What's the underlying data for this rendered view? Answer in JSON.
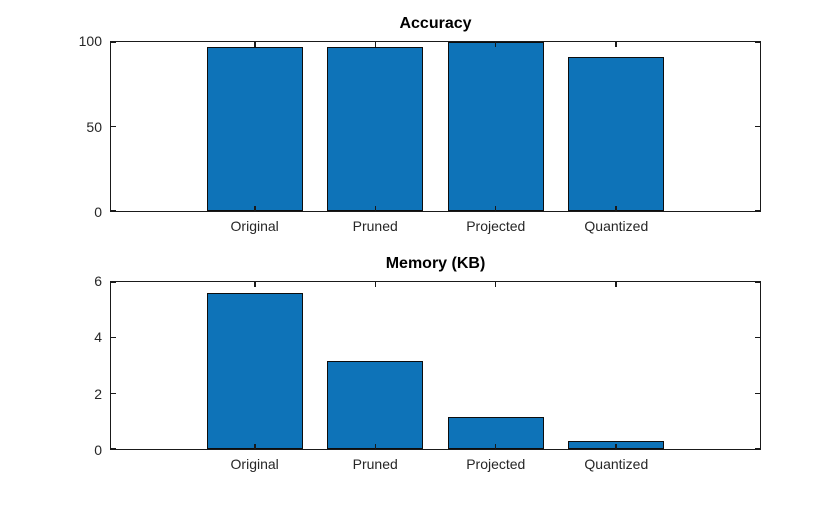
{
  "figure": {
    "background": "#FFFFFF"
  },
  "colors": {
    "bar_fill": "#0E73B8",
    "bar_edge": "#0D0D0D",
    "axis_line": "#1A1A1A",
    "tick_label": "#262626",
    "title_text": "#000000"
  },
  "chart_data": [
    {
      "type": "bar",
      "title": "Accuracy",
      "categories": [
        "Original",
        "Pruned",
        "Projected",
        "Quantized"
      ],
      "values": [
        97,
        97,
        100,
        91
      ],
      "xlabel": "",
      "ylabel": "",
      "ylim": [
        0,
        100
      ],
      "yticks": [
        0,
        50,
        100
      ],
      "xlim": [
        -0.2,
        5.2
      ],
      "bar_width": 0.8,
      "grid": false,
      "box": true,
      "tick_dir": "in",
      "legend": "none"
    },
    {
      "type": "bar",
      "title": "Memory (KB)",
      "categories": [
        "Original",
        "Pruned",
        "Projected",
        "Quantized"
      ],
      "values": [
        5.6,
        3.15,
        1.15,
        0.3
      ],
      "xlabel": "",
      "ylabel": "",
      "ylim": [
        0,
        6
      ],
      "yticks": [
        0,
        2,
        4,
        6
      ],
      "xlim": [
        -0.2,
        5.2
      ],
      "bar_width": 0.8,
      "grid": false,
      "box": true,
      "tick_dir": "in",
      "legend": "none"
    }
  ]
}
